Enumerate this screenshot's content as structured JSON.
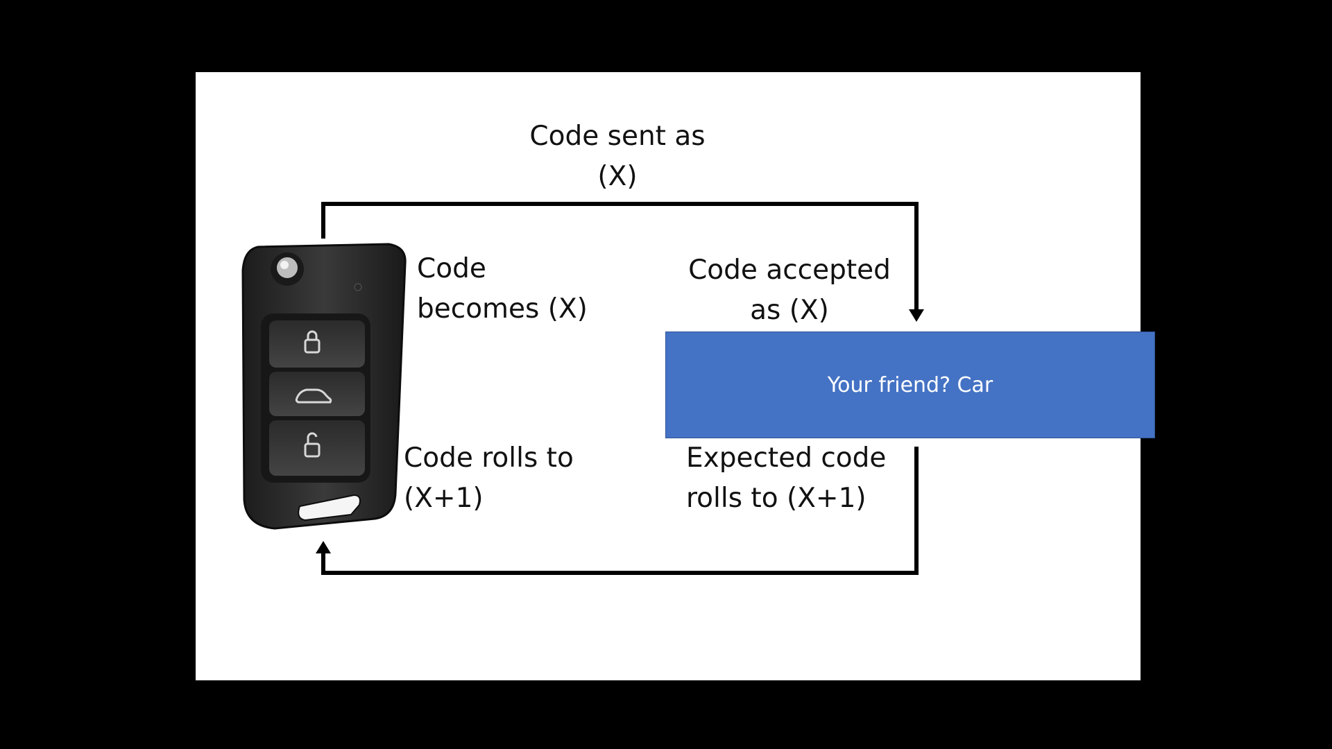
{
  "labels": {
    "code_sent": [
      "Code sent as",
      "(X)"
    ],
    "code_becomes": [
      "Code",
      "becomes (X)"
    ],
    "code_accepted": [
      "Code accepted",
      "as (X)"
    ],
    "code_rolls": [
      "Code rolls to",
      "(X+1)"
    ],
    "expected_rolls": [
      "Expected code",
      "rolls to (X+1)"
    ]
  },
  "car_box": {
    "label": "Your friend? Car",
    "color": "#4472c4"
  },
  "key_fob": {
    "buttons": [
      "lock-icon",
      "car-trunk-icon",
      "unlock-icon"
    ]
  }
}
